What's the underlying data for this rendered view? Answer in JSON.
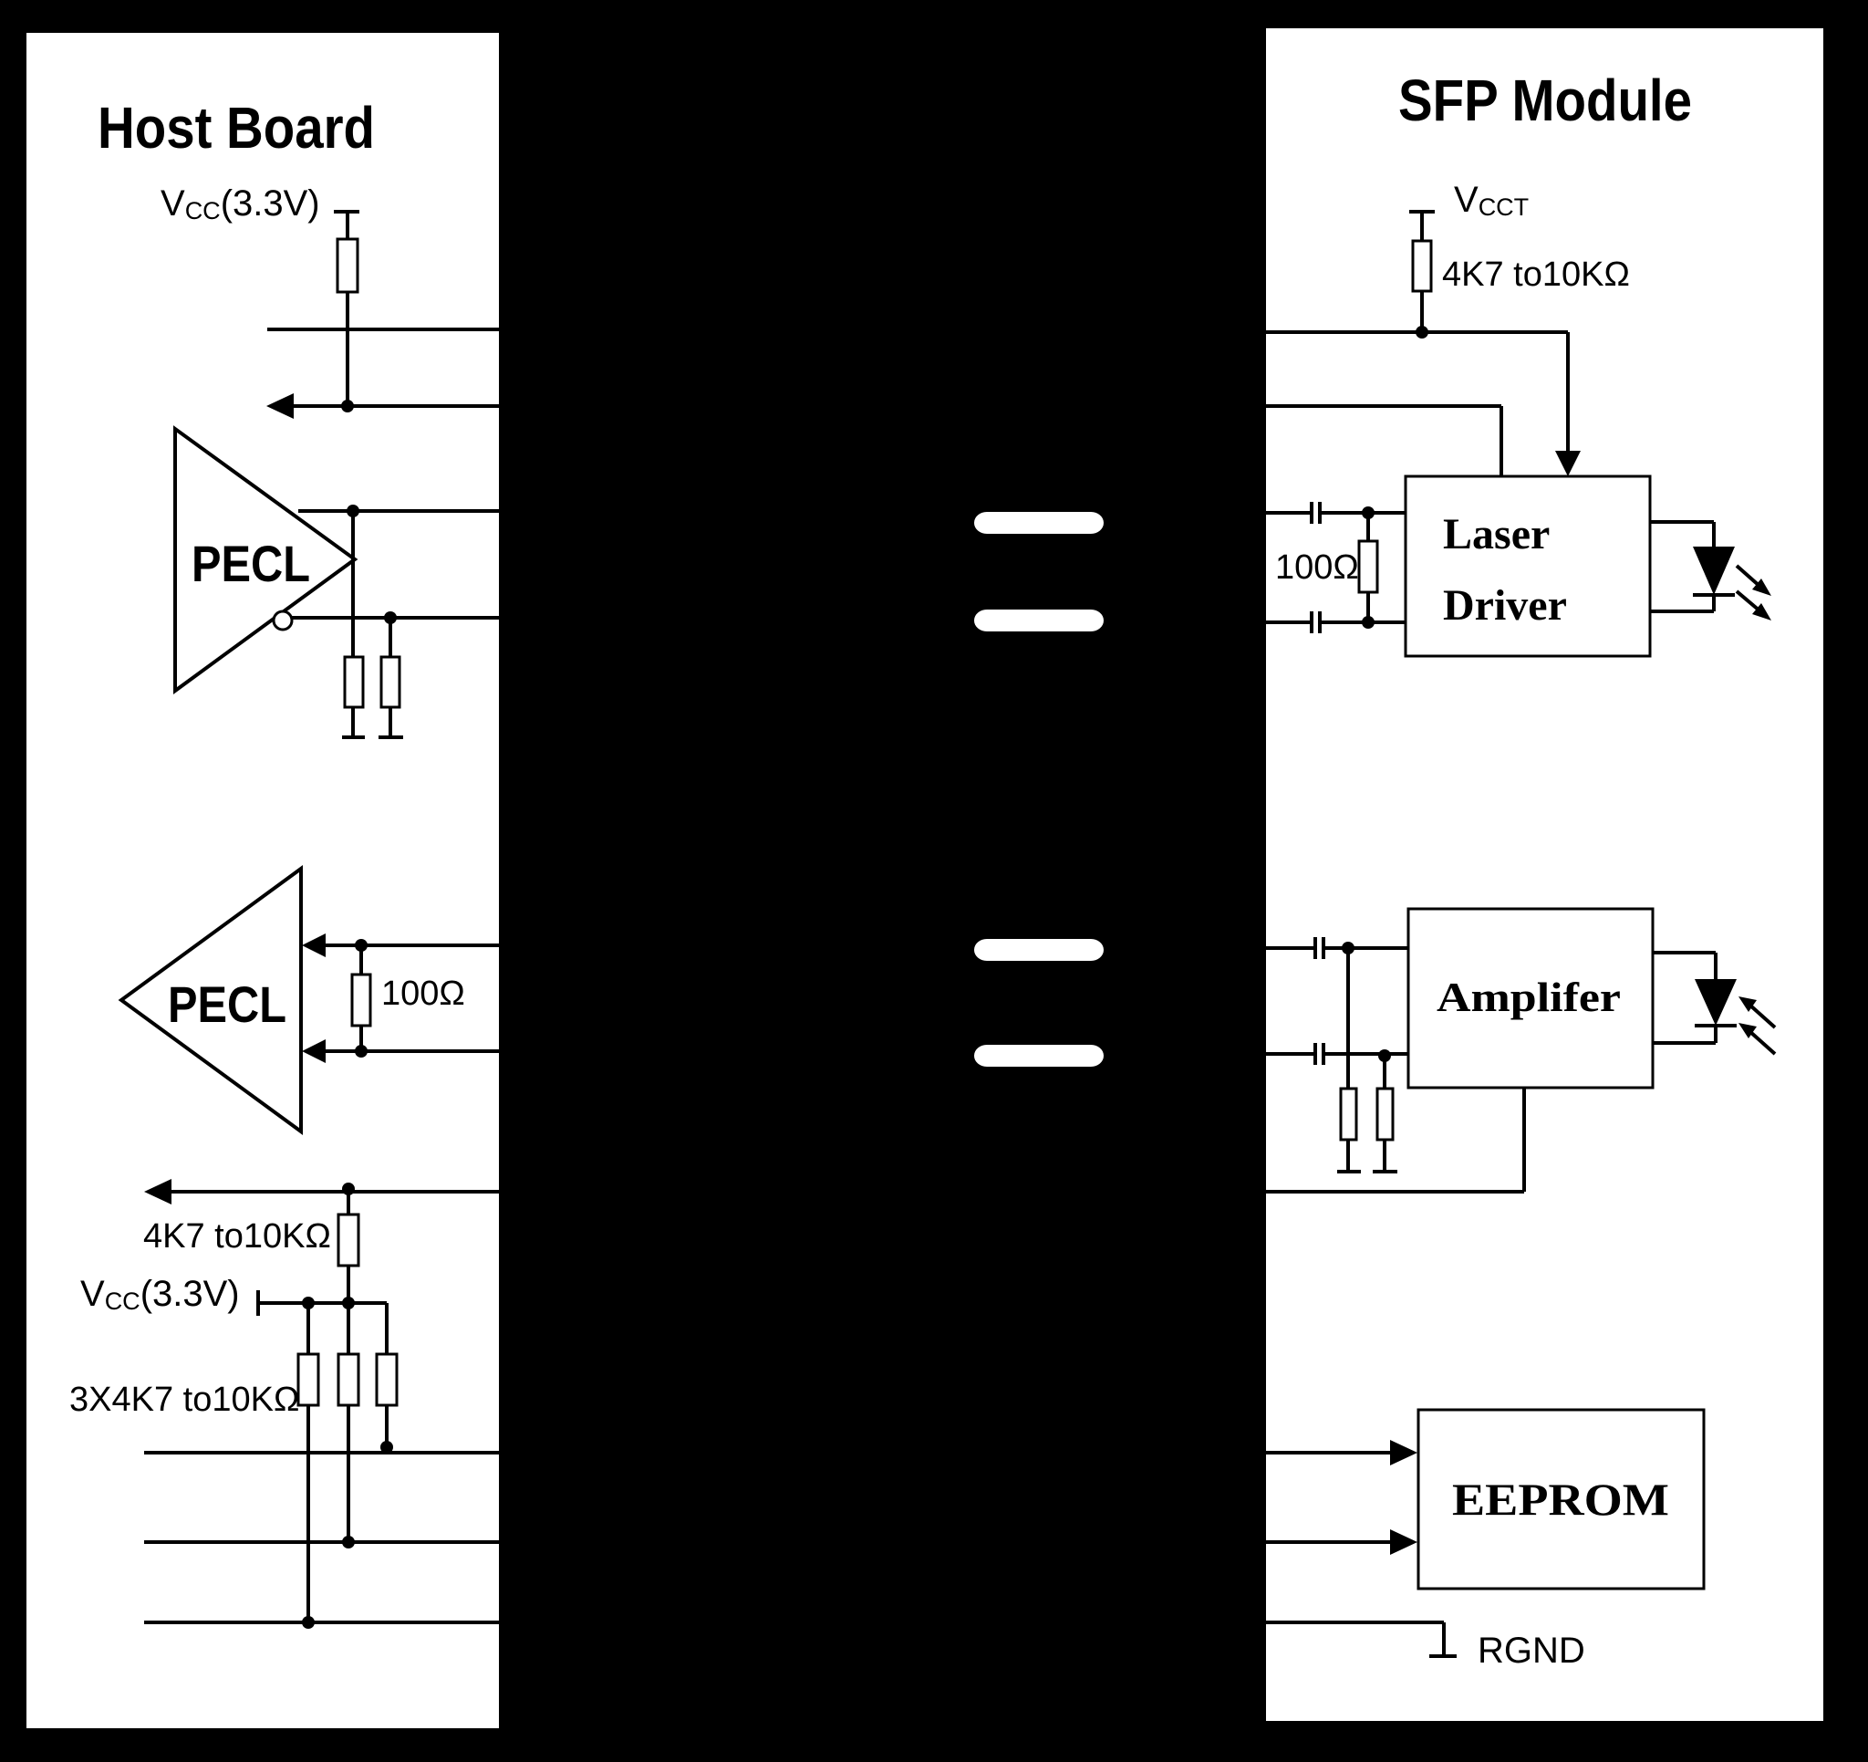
{
  "host": {
    "title": "Host Board",
    "vcc_sym": "V",
    "vcc_sub": "CC",
    "vcc_val": "(3.3V)",
    "pecl_tx": "PECL",
    "pecl_rx": "PECL",
    "term_rx": "100Ω",
    "pullup_los": "4K7 to10KΩ",
    "pullup_triple": "3X4K7 to10KΩ"
  },
  "module": {
    "title": "SFP Module",
    "vcct_sym": "V",
    "vcct_sub": "CCT",
    "pullup_txdis": "4K7 to10KΩ",
    "term_tx": "100Ω",
    "laser1": "Laser",
    "laser2": "Driver",
    "amplifier": "Amplifer",
    "eeprom": "EEPROM",
    "rgnd": "RGND"
  },
  "colors": {
    "background": "#000000",
    "panel": "#ffffff",
    "line": "#000000",
    "connector_slot": "#ffffff"
  }
}
